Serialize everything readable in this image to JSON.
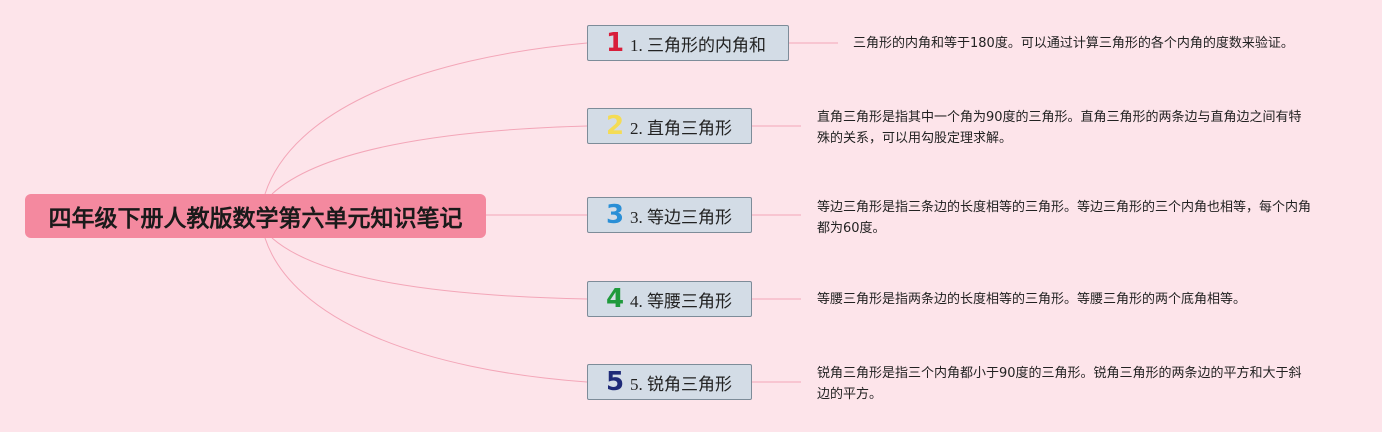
{
  "root": {
    "title": "四年级下册人教版数学第六单元知识笔记"
  },
  "topics": [
    {
      "marker": "1",
      "marker_color": "#d81e3a",
      "label": "1. 三角形的内角和",
      "note": "三角形的内角和等于180度。可以通过计算三角形的各个内角的度数来验证。"
    },
    {
      "marker": "2",
      "marker_color": "#f4dc55",
      "label": "2. 直角三角形",
      "note": "直角三角形是指其中一个角为90度的三角形。直角三角形的两条边与直角边之间有特殊的关系，可以用勾股定理求解。"
    },
    {
      "marker": "3",
      "marker_color": "#2a8fd6",
      "label": "3. 等边三角形",
      "note": "等边三角形是指三条边的长度相等的三角形。等边三角形的三个内角也相等，每个内角都为60度。"
    },
    {
      "marker": "4",
      "marker_color": "#1f9a3c",
      "label": "4. 等腰三角形",
      "note": "等腰三角形是指两条边的长度相等的三角形。等腰三角形的两个底角相等。"
    },
    {
      "marker": "5",
      "marker_color": "#1e2a78",
      "label": "5. 锐角三角形",
      "note": "锐角三角形是指三个内角都小于90度的三角形。锐角三角形的两条边的平方和大于斜边的平方。"
    }
  ],
  "colors": {
    "background": "#fde4ea",
    "root_fill": "#f4899f",
    "topic_fill": "#d3dce6",
    "connector": "#f3a6b8"
  }
}
